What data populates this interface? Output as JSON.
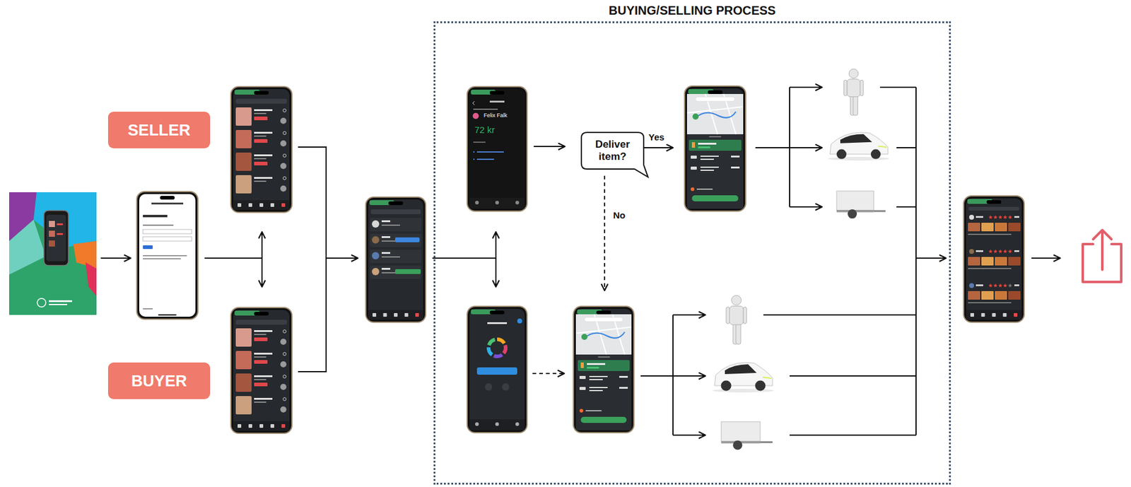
{
  "diagram": {
    "nodes": [
      {
        "text": [
          "BUYING/SELLING PROCESS"
        ]
      },
      {
        "text": [
          "SELLER"
        ]
      },
      {
        "text": [
          "BUYER"
        ]
      },
      {
        "text": [
          "Deliver item?"
        ],
        "in": 0
      }
    ],
    "labels": [
      "Yes",
      "No",
      "Felix Falk",
      "72 kr"
    ]
  }
}
